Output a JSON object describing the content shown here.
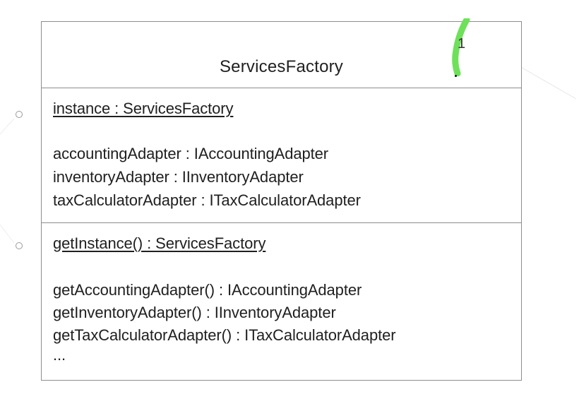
{
  "class": {
    "name": "ServicesFactory",
    "multiplicity": "1",
    "attributes": {
      "static": "instance : ServicesFactory",
      "items": [
        "accountingAdapter : IAccountingAdapter",
        "inventoryAdapter : IInventoryAdapter",
        "taxCalculatorAdapter : ITaxCalculatorAdapter"
      ]
    },
    "operations": {
      "static": "getInstance() : ServicesFactory",
      "items": [
        "getAccountingAdapter() : IAccountingAdapter",
        "getInventoryAdapter() : IInventoryAdapter",
        "getTaxCalculatorAdapter() : ITaxCalculatorAdapter",
        "..."
      ]
    }
  },
  "colors": {
    "border": "#8d8d8d",
    "highlight": "#6fe05a",
    "text": "#1f1f1f"
  }
}
